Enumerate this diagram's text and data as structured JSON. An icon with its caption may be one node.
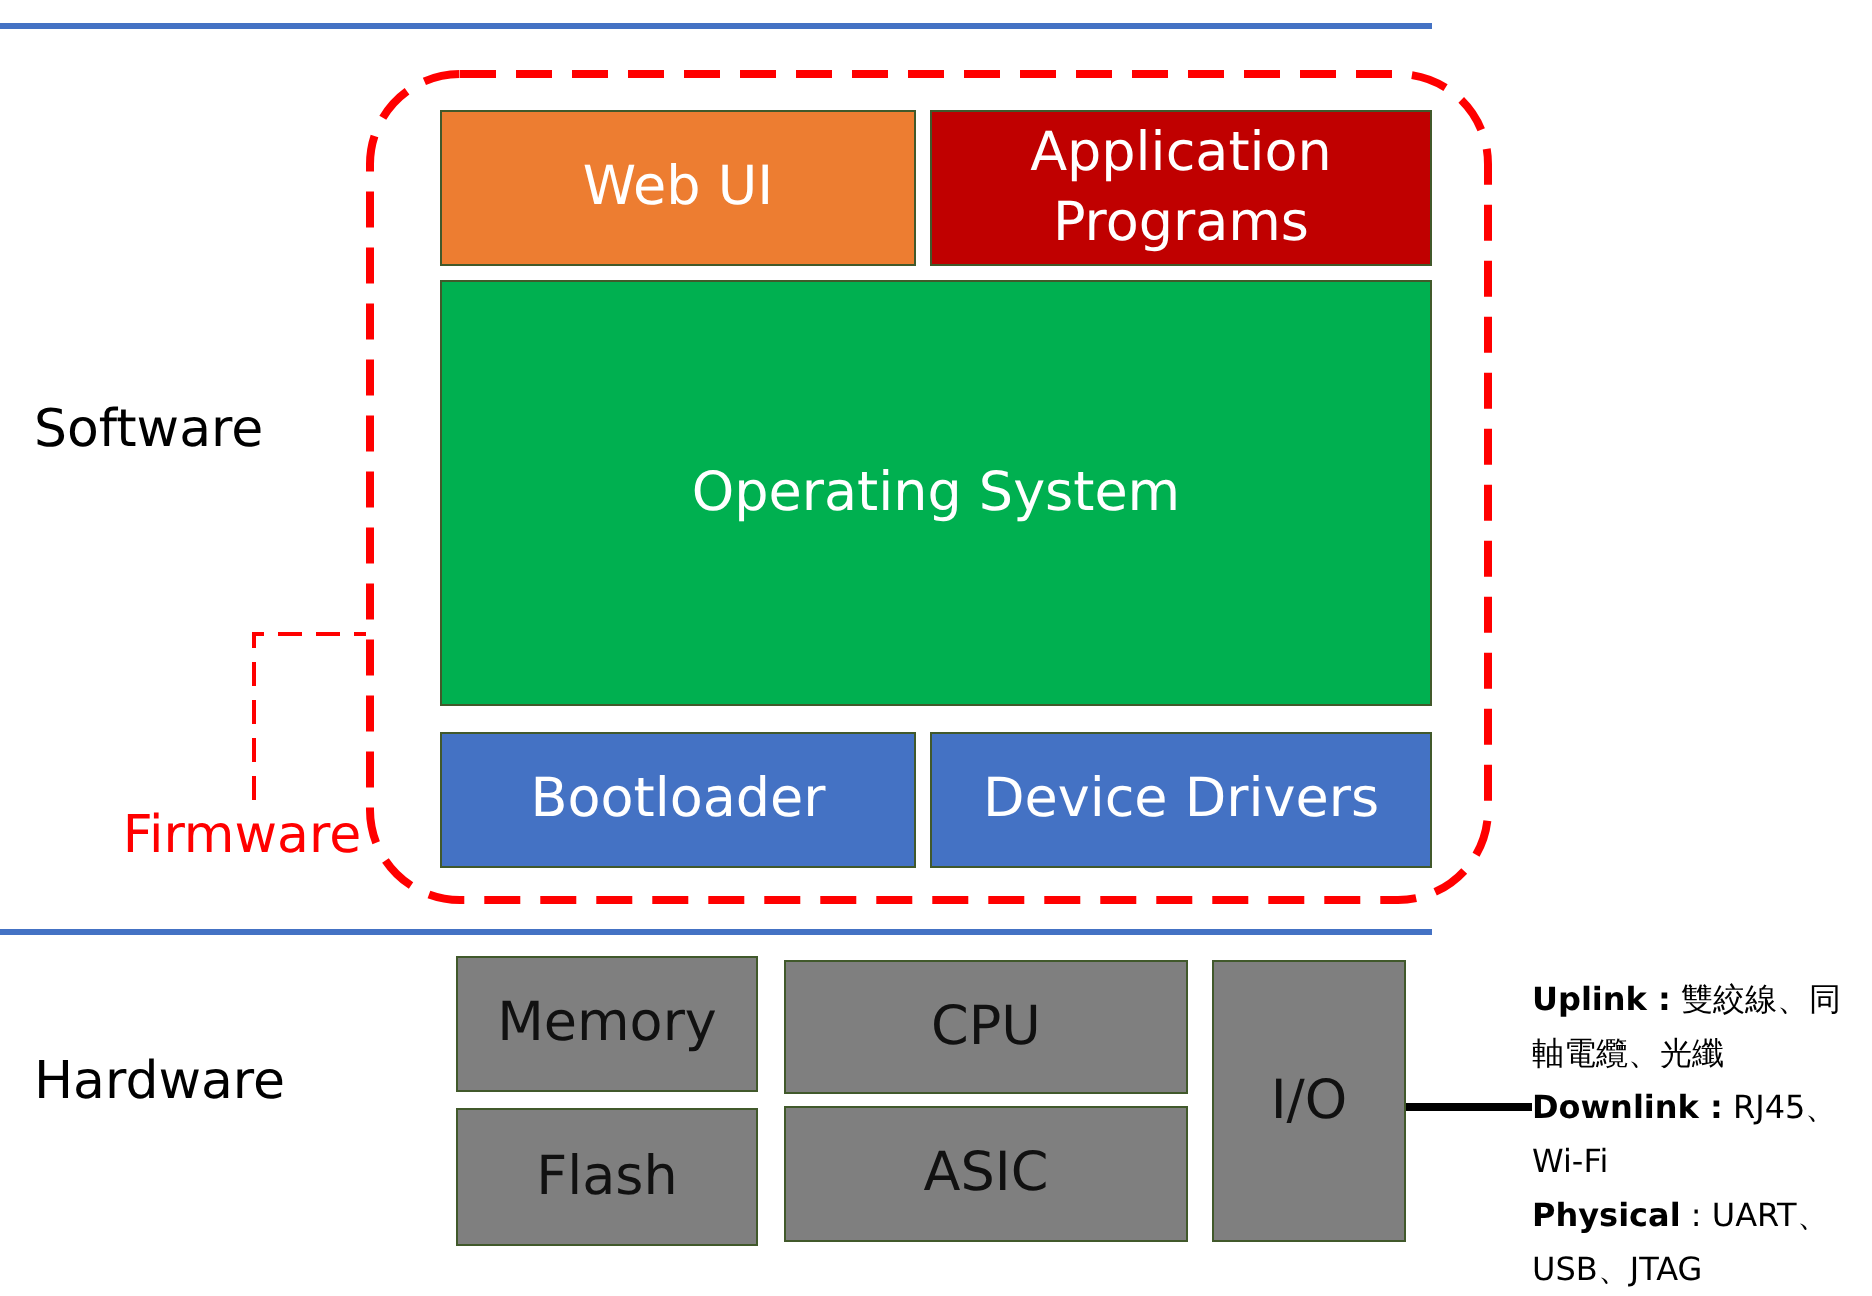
{
  "diagram": {
    "nodes": [
      {
        "text": [
          "Firmware"
        ]
      },
      {
        "text": [],
        "shape": "box"
      },
      {
        "text": [
          "Web UI"
        ],
        "in": 1
      },
      {
        "text": [
          "Application Programs"
        ],
        "in": 1
      },
      {
        "text": [
          "Operating System"
        ],
        "in": 1
      },
      {
        "text": [
          "Bootloader"
        ],
        "in": 1
      },
      {
        "text": [
          "Device Drivers"
        ],
        "in": 1
      },
      {
        "text": [
          "Memory"
        ]
      },
      {
        "text": [
          "Flash"
        ]
      },
      {
        "text": [
          "CPU"
        ]
      },
      {
        "text": [
          "ASIC"
        ]
      },
      {
        "text": [
          "I/O"
        ]
      },
      {
        "text": [
          "**Uplink :** 雙絞線、同軸電纜、光纖",
          "**Downlink :** RJ45、Wi-Fi",
          "**Physical** : UART、USB、JTAG"
        ]
      }
    ],
    "edges": [
      {
        "from": 0,
        "to": 1,
        "arrow": "none",
        "style": "dashed",
        "color": "#ff0000"
      },
      {
        "from": 11,
        "to": 12,
        "arrow": "none",
        "style": "thick",
        "color": "#000000"
      }
    ],
    "labels": [
      "Software",
      "Hardware"
    ]
  }
}
